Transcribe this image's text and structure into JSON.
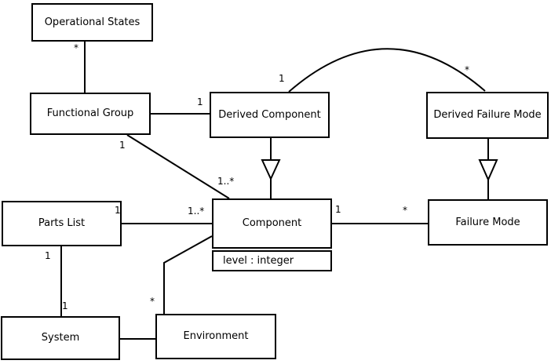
{
  "diagram": {
    "type": "uml-class-diagram",
    "colors": {
      "line": "#000000",
      "background": "#ffffff",
      "box_fill": "#ffffff",
      "text": "#000000"
    },
    "classes": {
      "operational_states": {
        "name": "Operational States"
      },
      "functional_group": {
        "name": "Functional Group"
      },
      "derived_component": {
        "name": "Derived Component"
      },
      "derived_failure_mode": {
        "name": "Derived Failure Mode"
      },
      "parts_list": {
        "name": "Parts List"
      },
      "component": {
        "name": "Component",
        "attribute": "level : integer"
      },
      "failure_mode": {
        "name": "Failure Mode"
      },
      "system": {
        "name": "System"
      },
      "environment": {
        "name": "Environment"
      }
    },
    "relationships": [
      {
        "from": "Operational States",
        "to": "Functional Group",
        "type": "association",
        "mult_from": "*"
      },
      {
        "from": "Functional Group",
        "to": "Derived Component",
        "type": "association",
        "mult_to": "1"
      },
      {
        "from": "Functional Group",
        "to": "Component",
        "type": "association",
        "mult_from": "1",
        "mult_to": "1..*"
      },
      {
        "from": "Derived Component",
        "to": "Derived Failure Mode",
        "type": "association",
        "mult_from": "1",
        "mult_to": "*"
      },
      {
        "from": "Derived Component",
        "to": "Component",
        "type": "generalization"
      },
      {
        "from": "Derived Failure Mode",
        "to": "Failure Mode",
        "type": "generalization"
      },
      {
        "from": "Parts List",
        "to": "Component",
        "type": "association",
        "mult_from": "1",
        "mult_to": "1..*"
      },
      {
        "from": "Component",
        "to": "Failure Mode",
        "type": "association",
        "mult_from": "1",
        "mult_to": "*"
      },
      {
        "from": "Parts List",
        "to": "System",
        "type": "association",
        "mult_from": "1",
        "mult_to": "1"
      },
      {
        "from": "Component",
        "to": "Environment",
        "type": "association",
        "mult_to": "*"
      },
      {
        "from": "System",
        "to": "Environment",
        "type": "association"
      }
    ]
  }
}
